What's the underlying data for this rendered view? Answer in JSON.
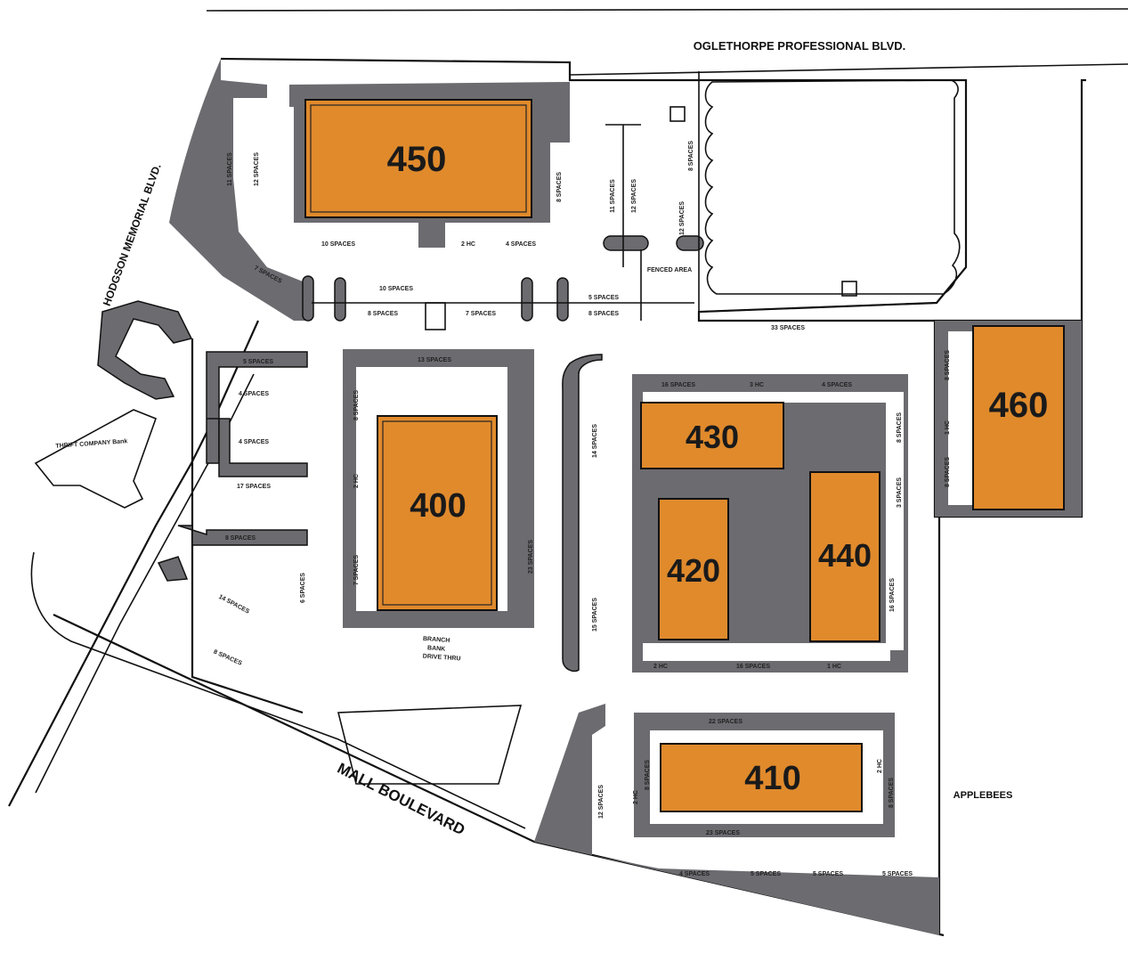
{
  "colors": {
    "building": "#e08a2c",
    "pavement": "#6b6b70",
    "line": "#111111",
    "background": "#ffffff"
  },
  "roads": {
    "north": "OGLETHORPE PROFESSIONAL BLVD.",
    "west": "HODGSON MEMORIAL BLVD.",
    "south": "MALL BOULEVARD"
  },
  "neighbor": "APPLEBEES",
  "buildings": {
    "b450": "450",
    "b400": "400",
    "b430": "430",
    "b420": "420",
    "b440": "440",
    "b460": "460",
    "b410": "410"
  },
  "drive_thru": [
    "BRANCH",
    "BANK",
    "DRIVE THRU"
  ],
  "parking": {
    "p450_left_a": "11 SPACES",
    "p450_left_b": "12 SPACES",
    "p450_bottom": "10 SPACES",
    "p450_hc": "2 HC",
    "p450_bottom_b": "4 SPACES",
    "p450_right": "8 SPACES",
    "p_diag_7": "7 SPACES",
    "p_row_a": "10 SPACES",
    "p_row_b": "8 SPACES",
    "p_row_c": "7 SPACES",
    "p_row_d": "5 SPACES",
    "p_row_e": "8 SPACES",
    "p_mid_a": "11 SPACES",
    "p_mid_b": "12 SPACES",
    "p_east_a": "8 SPACES",
    "p_east_b": "12 SPACES",
    "p_fenced": "FENCED AREA",
    "p_long": "23 SPACES",
    "p_left_5": "5 SPACES",
    "p_left_4a": "4 SPACES",
    "p_left_4b": "4 SPACES",
    "p_left_17": "17 SPACES",
    "p_left_8": "8 SPACES",
    "p_left_14": "14 SPACES",
    "p_left_8b": "8 SPACES",
    "p_left_6": "6 SPACES",
    "p400_top": "13 SPACES",
    "p400_l1": "8 SPACES",
    "p400_l2": "2 HC",
    "p400_l3": "7 SPACES",
    "p400_r": "23 SPACES",
    "p_center_col_a": "14 SPACES",
    "p_center_col_b": "15 SPACES",
    "p430_top_a": "16 SPACES",
    "p430_top_hc": "3 HC",
    "p430_top_b": "4 SPACES",
    "p_block_bottom_hc": "2 HC",
    "p_block_bottom": "16 SPACES",
    "p_block_bottom_hc2": "1 HC",
    "p_block_right_a": "8 SPACES",
    "p_block_right_b": "3 SPACES",
    "p_block_right_c": "16 SPACES",
    "p460_a": "8 SPACES",
    "p460_hc": "1 HC",
    "p460_b": "8 SPACES",
    "p410_top": "22 SPACES",
    "p410_left": "8 SPACES",
    "p410_left_hc": "2 HC",
    "p410_right_hc": "2 HC",
    "p410_right": "8 SPACES",
    "p410_bottom": "23 SPACES",
    "p410_far_left": "12 SPACES",
    "p_south_a": "4 SPACES",
    "p_south_b": "5 SPACES",
    "p_south_c": "5 SPACES",
    "p_south_d": "5 SPACES",
    "p_top_center": "33 SPACES",
    "p_tenant": "THRIFT COMPANY Bank"
  }
}
